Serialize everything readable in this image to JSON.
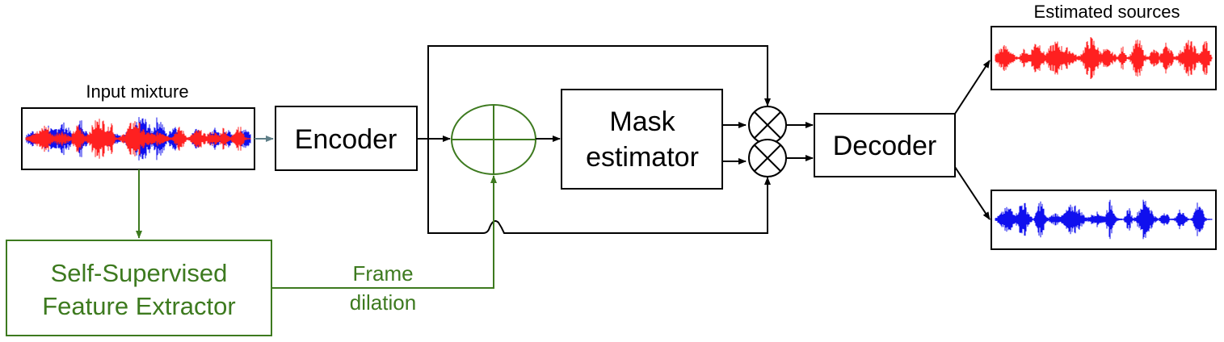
{
  "labels": {
    "input_mixture": "Input mixture",
    "estimated_sources": "Estimated sources",
    "encoder": "Encoder",
    "mask_line1": "Mask",
    "mask_line2": "estimator",
    "decoder": "Decoder",
    "ssl_line1": "Self-Supervised",
    "ssl_line2": "Feature Extractor",
    "dilation_line1": "Frame",
    "dilation_line2": "dilation"
  },
  "colors": {
    "black": "#000000",
    "green": "#3d7a1f",
    "source1": "#ff2020",
    "source2": "#1010ee",
    "arrow_grey": "#5f7f88"
  }
}
